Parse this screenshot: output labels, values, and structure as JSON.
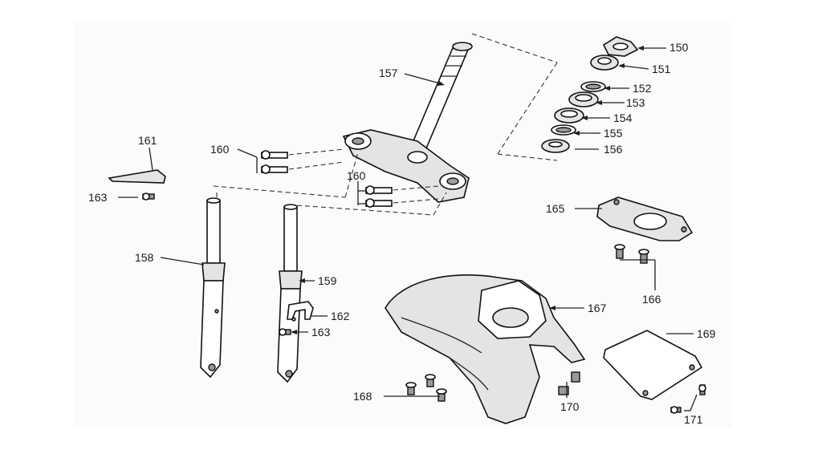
{
  "callouts": {
    "c150": "150",
    "c151": "151",
    "c152": "152",
    "c153": "153",
    "c154": "154",
    "c155": "155",
    "c156": "156",
    "c157": "157",
    "c158": "158",
    "c159": "159",
    "c160a": "160",
    "c160b": "160",
    "c161": "161",
    "c162": "162",
    "c163a": "163",
    "c163b": "163",
    "c165": "165",
    "c166": "166",
    "c167": "167",
    "c168": "168",
    "c169": "169",
    "c170": "170",
    "c171": "171"
  },
  "colors": {
    "background": "#ffffff",
    "line": "#222222",
    "part_fill": "#e4e4e4"
  }
}
